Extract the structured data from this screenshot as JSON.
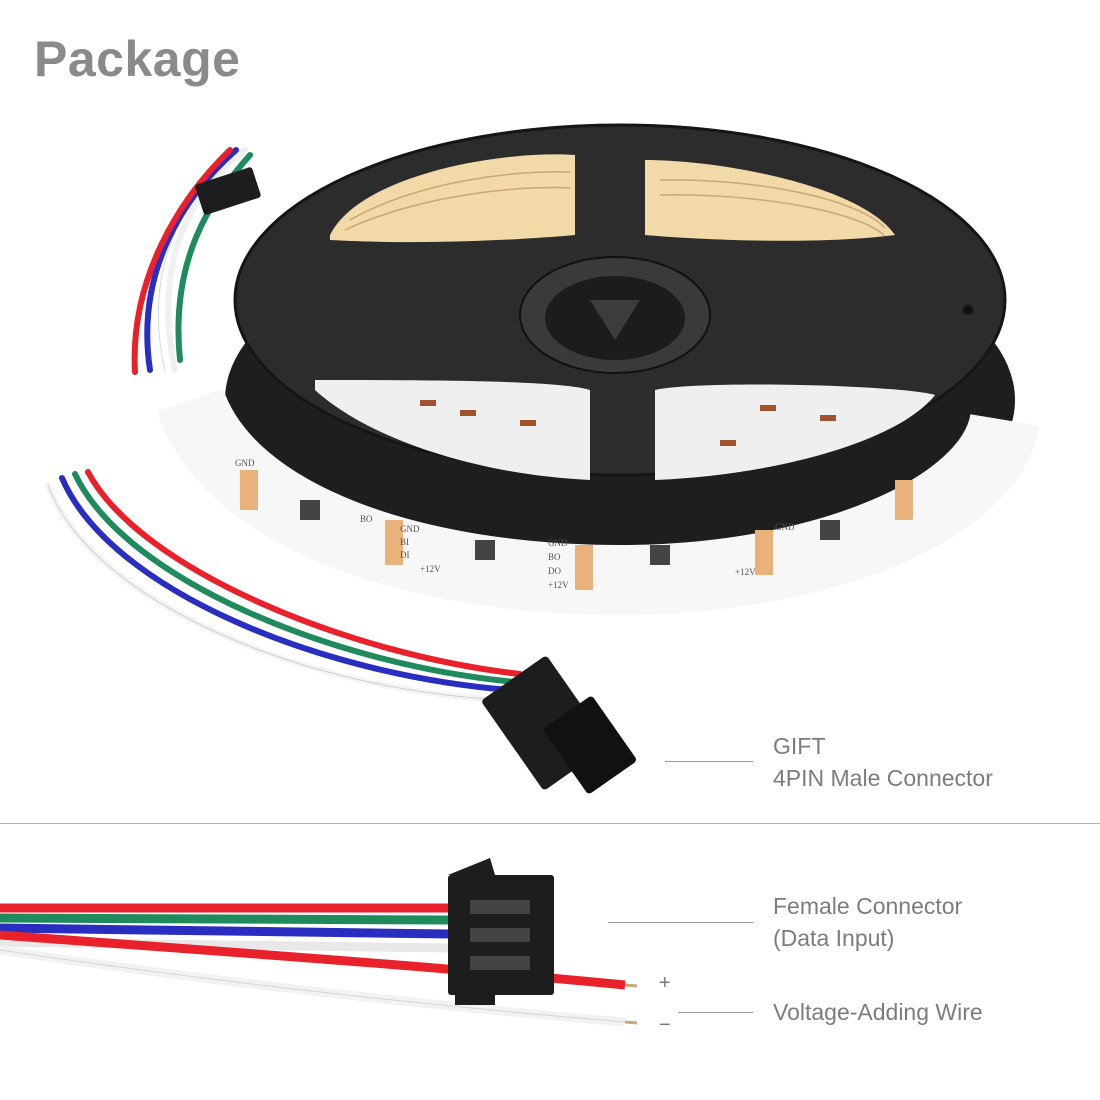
{
  "header": {
    "title": "Package"
  },
  "gift": {
    "line1": "GIFT",
    "line2": "4PIN Male Connector"
  },
  "female": {
    "line1": "Female Connector",
    "line2": "(Data Input)"
  },
  "voltage": {
    "label": "Voltage-Adding Wire",
    "plus": "+",
    "minus": "−"
  },
  "strip_markings": {
    "gnd": "GND",
    "bo": "BO",
    "bi": "BI",
    "do": "DO",
    "di": "DI",
    "v12": "+12V"
  },
  "colors": {
    "red": "#e8212a",
    "green": "#1f8a5b",
    "blue": "#2a2ec0",
    "white": "#f4f4f4",
    "reel": "#2c2c2c",
    "connector": "#1d1d1d"
  }
}
